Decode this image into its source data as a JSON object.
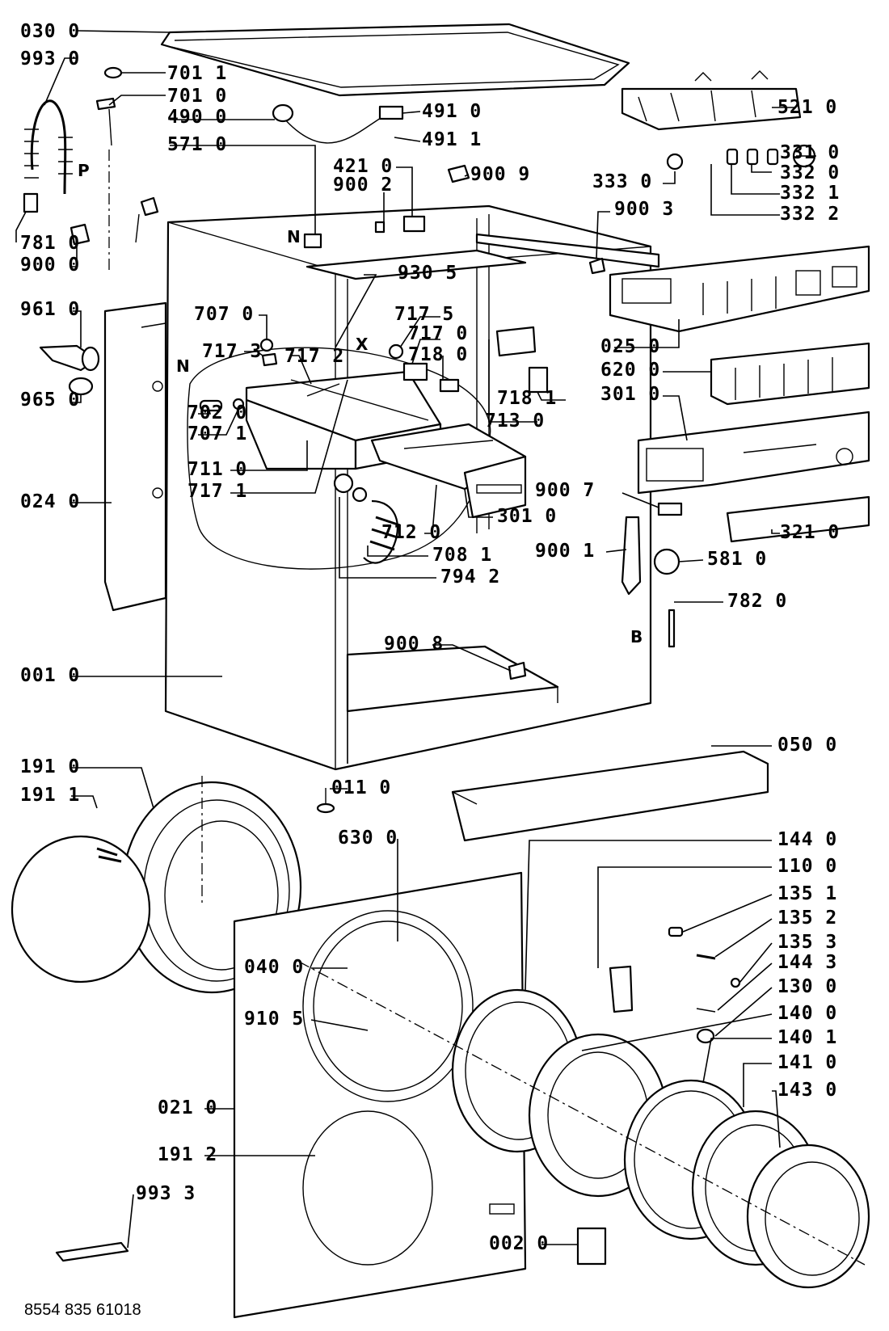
{
  "document_code": "8554 835 61018",
  "callouts": [
    {
      "id": "c0300",
      "label": "030  0"
    },
    {
      "id": "c9930",
      "label": "993  0"
    },
    {
      "id": "c7011",
      "label": "701  1"
    },
    {
      "id": "c7010",
      "label": "701  0"
    },
    {
      "id": "c4900",
      "label": "490  0"
    },
    {
      "id": "c4910",
      "label": "491  0"
    },
    {
      "id": "c4911",
      "label": "491  1"
    },
    {
      "id": "c5210",
      "label": "521  0"
    },
    {
      "id": "c5710",
      "label": "571  0"
    },
    {
      "id": "c4210",
      "label": "421  0"
    },
    {
      "id": "c9002",
      "label": "900  2"
    },
    {
      "id": "c9009",
      "label": "900  9"
    },
    {
      "id": "c3310",
      "label": "331  0"
    },
    {
      "id": "c3330",
      "label": "333  0"
    },
    {
      "id": "c3320",
      "label": "332  0"
    },
    {
      "id": "c3321",
      "label": "332  1"
    },
    {
      "id": "c3322",
      "label": "332  2"
    },
    {
      "id": "c9003",
      "label": "900  3"
    },
    {
      "id": "c7810",
      "label": "781  0"
    },
    {
      "id": "c9000",
      "label": "900  0"
    },
    {
      "id": "c9305",
      "label": "930  5"
    },
    {
      "id": "c9610",
      "label": "961  0"
    },
    {
      "id": "c7070",
      "label": "707  0"
    },
    {
      "id": "c7175",
      "label": "717  5"
    },
    {
      "id": "c7170",
      "label": "717  0"
    },
    {
      "id": "c7173",
      "label": "717  3"
    },
    {
      "id": "c7172",
      "label": "717  2"
    },
    {
      "id": "c7180",
      "label": "718  0"
    },
    {
      "id": "c0250",
      "label": "025  0"
    },
    {
      "id": "c6200",
      "label": "620  0"
    },
    {
      "id": "c9650",
      "label": "965  0"
    },
    {
      "id": "c7020",
      "label": "702  0"
    },
    {
      "id": "c7071",
      "label": "707  1"
    },
    {
      "id": "c7181",
      "label": "718  1"
    },
    {
      "id": "c3010a",
      "label": "301  0"
    },
    {
      "id": "c7130",
      "label": "713  0"
    },
    {
      "id": "c7110",
      "label": "711  0"
    },
    {
      "id": "c7171",
      "label": "717  1"
    },
    {
      "id": "c9007",
      "label": "900  7"
    },
    {
      "id": "c0240",
      "label": "024  0"
    },
    {
      "id": "c3010b",
      "label": "301  0"
    },
    {
      "id": "c3210",
      "label": "321  0"
    },
    {
      "id": "c7120",
      "label": "712  0"
    },
    {
      "id": "c7081",
      "label": "708  1"
    },
    {
      "id": "c9001",
      "label": "900  1"
    },
    {
      "id": "c5810",
      "label": "581  0"
    },
    {
      "id": "c7942",
      "label": "794  2"
    },
    {
      "id": "c7820",
      "label": "782  0"
    },
    {
      "id": "c9008",
      "label": "900  8"
    },
    {
      "id": "c0010",
      "label": "001  0"
    },
    {
      "id": "c1910",
      "label": "191  0"
    },
    {
      "id": "c0500",
      "label": "050  0"
    },
    {
      "id": "c1911",
      "label": "191  1"
    },
    {
      "id": "c0110",
      "label": "011  0"
    },
    {
      "id": "c6300",
      "label": "630  0"
    },
    {
      "id": "c1440",
      "label": "144  0"
    },
    {
      "id": "c1100",
      "label": "110  0"
    },
    {
      "id": "c1351",
      "label": "135  1"
    },
    {
      "id": "c1352",
      "label": "135  2"
    },
    {
      "id": "c1353",
      "label": "135  3"
    },
    {
      "id": "c0400",
      "label": "040  0"
    },
    {
      "id": "c1443",
      "label": "144  3"
    },
    {
      "id": "c1300",
      "label": "130  0"
    },
    {
      "id": "c9105",
      "label": "910  5"
    },
    {
      "id": "c1400",
      "label": "140  0"
    },
    {
      "id": "c1401",
      "label": "140  1"
    },
    {
      "id": "c1410",
      "label": "141  0"
    },
    {
      "id": "c0210",
      "label": "021  0"
    },
    {
      "id": "c1430",
      "label": "143  0"
    },
    {
      "id": "c1912",
      "label": "191  2"
    },
    {
      "id": "c9933",
      "label": "993  3"
    },
    {
      "id": "c0020",
      "label": "002  0"
    }
  ],
  "letters": {
    "n1": "N",
    "p": "P",
    "n2": "N",
    "x": "X",
    "b": "B"
  }
}
